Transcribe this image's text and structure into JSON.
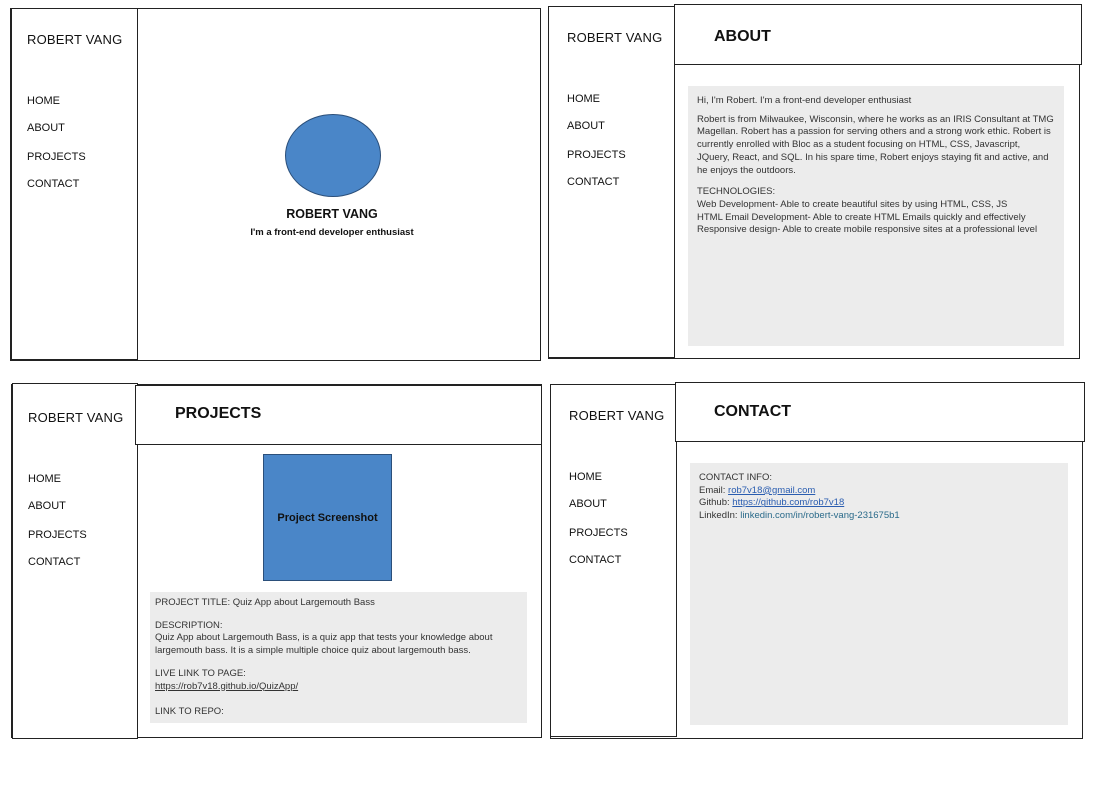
{
  "brand": "ROBERT VANG",
  "nav": [
    "HOME",
    "ABOUT",
    "PROJECTS",
    "CONTACT"
  ],
  "home": {
    "name": "ROBERT VANG",
    "tagline": "I'm a front-end developer enthusiast"
  },
  "about": {
    "title": "ABOUT",
    "intro": "Hi, I'm Robert. I'm a front-end developer enthusiast",
    "bio": "Robert is from Milwaukee, Wisconsin, where he works as an IRIS Consultant at TMG Magellan. Robert has a passion for serving others and a strong work ethic. Robert is currently enrolled with Bloc as a student focusing on HTML, CSS, Javascript, JQuery, React, and SQL. In his spare time, Robert enjoys staying fit and active, and he enjoys the outdoors.",
    "tech_heading": "TECHNOLOGIES:",
    "tech_items": [
      "Web Development- Able to create beautiful sites by using HTML, CSS, JS",
      "HTML Email Development- Able to create HTML Emails quickly and effectively",
      "Responsive design- Able to create mobile responsive sites at a professional level"
    ]
  },
  "projects": {
    "title": "PROJECTS",
    "screenshot_label": "Project Screenshot",
    "project_title": "PROJECT TITLE: Quiz App about Largemouth Bass",
    "desc_heading": "DESCRIPTION:",
    "desc_text": "Quiz App about Largemouth Bass, is a quiz app that tests your knowledge about largemouth bass. It is a simple multiple choice quiz about largemouth bass.",
    "live_heading": "LIVE LINK TO PAGE:",
    "live_url": "https://rob7v18.github.io/QuizApp/",
    "repo_heading": "LINK TO REPO:"
  },
  "contact": {
    "title": "CONTACT",
    "heading": "CONTACT INFO:",
    "email_label": "Email: ",
    "email": "rob7v18@gmail.com",
    "github_label": "Github: ",
    "github": "https://github.com/rob7v18",
    "linkedin_label": "LinkedIn: ",
    "linkedin": "linkedin.com/in/robert-vang-231675b1"
  },
  "colors": {
    "accent_blue": "#4a86c8",
    "panel_gray": "#ececec",
    "border": "#222222"
  }
}
